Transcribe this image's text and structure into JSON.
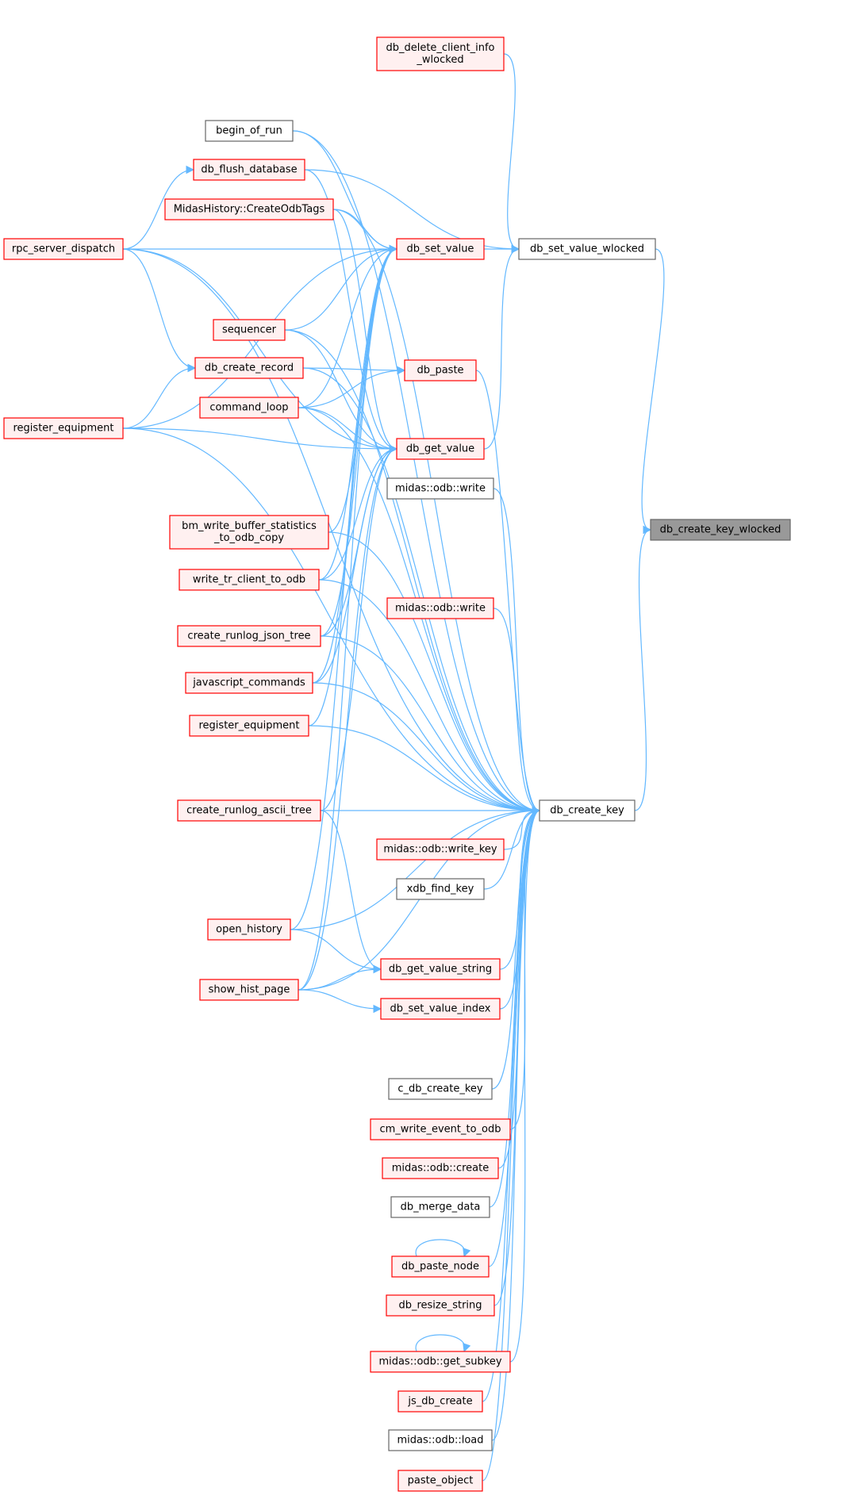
{
  "colors": {
    "edge": "#63b8ff",
    "node_border_red": "#ff0000",
    "node_fill_red": "#fff0f0",
    "node_border_plain": "#666666",
    "node_fill_target": "#999999"
  },
  "nodes": [
    {
      "id": "db_create_key_wlocked",
      "label": "db_create_key_wlocked",
      "style": "target"
    },
    {
      "id": "db_set_value_wlocked",
      "label": "db_set_value_wlocked",
      "style": "plain"
    },
    {
      "id": "db_create_key",
      "label": "db_create_key",
      "style": "plain"
    },
    {
      "id": "db_delete_client_info_wlocked",
      "label": "db_delete_client_info\n_wlocked",
      "style": "red"
    },
    {
      "id": "db_set_value",
      "label": "db_set_value",
      "style": "red"
    },
    {
      "id": "db_get_value",
      "label": "db_get_value",
      "style": "red"
    },
    {
      "id": "db_paste",
      "label": "db_paste",
      "style": "red"
    },
    {
      "id": "begin_of_run",
      "label": "begin_of_run",
      "style": "plain"
    },
    {
      "id": "db_flush_database",
      "label": "db_flush_database",
      "style": "red"
    },
    {
      "id": "MidasHistory_CreateOdbTags",
      "label": "MidasHistory::CreateOdbTags",
      "style": "red"
    },
    {
      "id": "rpc_server_dispatch",
      "label": "rpc_server_dispatch",
      "style": "red"
    },
    {
      "id": "sequencer",
      "label": "sequencer",
      "style": "red"
    },
    {
      "id": "db_create_record",
      "label": "db_create_record",
      "style": "red"
    },
    {
      "id": "command_loop",
      "label": "command_loop",
      "style": "red"
    },
    {
      "id": "register_equipment_1",
      "label": "register_equipment",
      "style": "red"
    },
    {
      "id": "midas_odb_write_1",
      "label": "midas::odb::write",
      "style": "plain"
    },
    {
      "id": "bm_write_buffer_statistics",
      "label": "bm_write_buffer_statistics\n_to_odb_copy",
      "style": "red"
    },
    {
      "id": "write_tr_client_to_odb",
      "label": "write_tr_client_to_odb",
      "style": "red"
    },
    {
      "id": "midas_odb_write_2",
      "label": "midas::odb::write",
      "style": "red"
    },
    {
      "id": "create_runlog_json_tree",
      "label": "create_runlog_json_tree",
      "style": "red"
    },
    {
      "id": "javascript_commands",
      "label": "javascript_commands",
      "style": "red"
    },
    {
      "id": "register_equipment_2",
      "label": "register_equipment",
      "style": "red"
    },
    {
      "id": "create_runlog_ascii_tree",
      "label": "create_runlog_ascii_tree",
      "style": "red"
    },
    {
      "id": "midas_odb_write_key",
      "label": "midas::odb::write_key",
      "style": "red"
    },
    {
      "id": "xdb_find_key",
      "label": "xdb_find_key",
      "style": "plain"
    },
    {
      "id": "open_history",
      "label": "open_history",
      "style": "red"
    },
    {
      "id": "db_get_value_string",
      "label": "db_get_value_string",
      "style": "red"
    },
    {
      "id": "show_hist_page",
      "label": "show_hist_page",
      "style": "red"
    },
    {
      "id": "db_set_value_index",
      "label": "db_set_value_index",
      "style": "red"
    },
    {
      "id": "c_db_create_key",
      "label": "c_db_create_key",
      "style": "plain"
    },
    {
      "id": "cm_write_event_to_odb",
      "label": "cm_write_event_to_odb",
      "style": "red"
    },
    {
      "id": "midas_odb_create",
      "label": "midas::odb::create",
      "style": "red"
    },
    {
      "id": "db_merge_data",
      "label": "db_merge_data",
      "style": "plain"
    },
    {
      "id": "db_paste_node",
      "label": "db_paste_node",
      "style": "red"
    },
    {
      "id": "db_resize_string",
      "label": "db_resize_string",
      "style": "red"
    },
    {
      "id": "midas_odb_get_subkey",
      "label": "midas::odb::get_subkey",
      "style": "red"
    },
    {
      "id": "js_db_create",
      "label": "js_db_create",
      "style": "red"
    },
    {
      "id": "midas_odb_load",
      "label": "midas::odb::load",
      "style": "plain"
    },
    {
      "id": "paste_object",
      "label": "paste_object",
      "style": "red"
    }
  ],
  "edges": [
    [
      "db_set_value_wlocked",
      "db_create_key_wlocked"
    ],
    [
      "db_create_key",
      "db_create_key_wlocked"
    ],
    [
      "db_delete_client_info_wlocked",
      "db_set_value_wlocked"
    ],
    [
      "db_set_value",
      "db_set_value_wlocked"
    ],
    [
      "db_get_value",
      "db_set_value_wlocked"
    ],
    [
      "db_flush_database",
      "db_set_value_wlocked"
    ],
    [
      "begin_of_run",
      "db_set_value"
    ],
    [
      "MidasHistory_CreateOdbTags",
      "db_set_value"
    ],
    [
      "rpc_server_dispatch",
      "db_set_value"
    ],
    [
      "sequencer",
      "db_set_value"
    ],
    [
      "command_loop",
      "db_set_value"
    ],
    [
      "register_equipment_1",
      "db_set_value"
    ],
    [
      "bm_write_buffer_statistics",
      "db_set_value"
    ],
    [
      "write_tr_client_to_odb",
      "db_set_value"
    ],
    [
      "create_runlog_json_tree",
      "db_set_value"
    ],
    [
      "javascript_commands",
      "db_set_value"
    ],
    [
      "register_equipment_2",
      "db_set_value"
    ],
    [
      "open_history",
      "db_set_value"
    ],
    [
      "show_hist_page",
      "db_set_value"
    ],
    [
      "db_create_record",
      "db_paste"
    ],
    [
      "command_loop",
      "db_paste"
    ],
    [
      "db_flush_database",
      "db_get_value"
    ],
    [
      "MidasHistory_CreateOdbTags",
      "db_get_value"
    ],
    [
      "sequencer",
      "db_get_value"
    ],
    [
      "rpc_server_dispatch",
      "db_get_value"
    ],
    [
      "register_equipment_1",
      "db_get_value"
    ],
    [
      "command_loop",
      "db_get_value"
    ],
    [
      "write_tr_client_to_odb",
      "db_get_value"
    ],
    [
      "create_runlog_json_tree",
      "db_get_value"
    ],
    [
      "javascript_commands",
      "db_get_value"
    ],
    [
      "create_runlog_ascii_tree",
      "db_get_value"
    ],
    [
      "show_hist_page",
      "db_get_value"
    ],
    [
      "rpc_server_dispatch",
      "db_flush_database"
    ],
    [
      "rpc_server_dispatch",
      "db_create_record"
    ],
    [
      "register_equipment_1",
      "db_create_record"
    ],
    [
      "open_history",
      "db_get_value_string"
    ],
    [
      "show_hist_page",
      "db_get_value_string"
    ],
    [
      "create_runlog_ascii_tree",
      "db_get_value_string"
    ],
    [
      "show_hist_page",
      "db_set_value_index"
    ],
    [
      "begin_of_run",
      "db_create_key"
    ],
    [
      "rpc_server_dispatch",
      "db_create_key"
    ],
    [
      "MidasHistory_CreateOdbTags",
      "db_create_key"
    ],
    [
      "sequencer",
      "db_create_key"
    ],
    [
      "db_create_record",
      "db_create_key"
    ],
    [
      "db_paste",
      "db_create_key"
    ],
    [
      "command_loop",
      "db_create_key"
    ],
    [
      "register_equipment_1",
      "db_create_key"
    ],
    [
      "midas_odb_write_1",
      "db_create_key"
    ],
    [
      "bm_write_buffer_statistics",
      "db_create_key"
    ],
    [
      "write_tr_client_to_odb",
      "db_create_key"
    ],
    [
      "midas_odb_write_2",
      "db_create_key"
    ],
    [
      "create_runlog_json_tree",
      "db_create_key"
    ],
    [
      "javascript_commands",
      "db_create_key"
    ],
    [
      "register_equipment_2",
      "db_create_key"
    ],
    [
      "create_runlog_ascii_tree",
      "db_create_key"
    ],
    [
      "midas_odb_write_key",
      "db_create_key"
    ],
    [
      "xdb_find_key",
      "db_create_key"
    ],
    [
      "open_history",
      "db_create_key"
    ],
    [
      "db_get_value_string",
      "db_create_key"
    ],
    [
      "db_set_value_index",
      "db_create_key"
    ],
    [
      "show_hist_page",
      "db_create_key"
    ],
    [
      "c_db_create_key",
      "db_create_key"
    ],
    [
      "cm_write_event_to_odb",
      "db_create_key"
    ],
    [
      "midas_odb_create",
      "db_create_key"
    ],
    [
      "db_merge_data",
      "db_create_key"
    ],
    [
      "db_paste_node",
      "db_create_key"
    ],
    [
      "db_resize_string",
      "db_create_key"
    ],
    [
      "midas_odb_get_subkey",
      "db_create_key"
    ],
    [
      "js_db_create",
      "db_create_key"
    ],
    [
      "midas_odb_load",
      "db_create_key"
    ],
    [
      "paste_object",
      "db_create_key"
    ],
    [
      "db_paste_node",
      "db_paste_node"
    ],
    [
      "midas_odb_get_subkey",
      "midas_odb_get_subkey"
    ]
  ]
}
